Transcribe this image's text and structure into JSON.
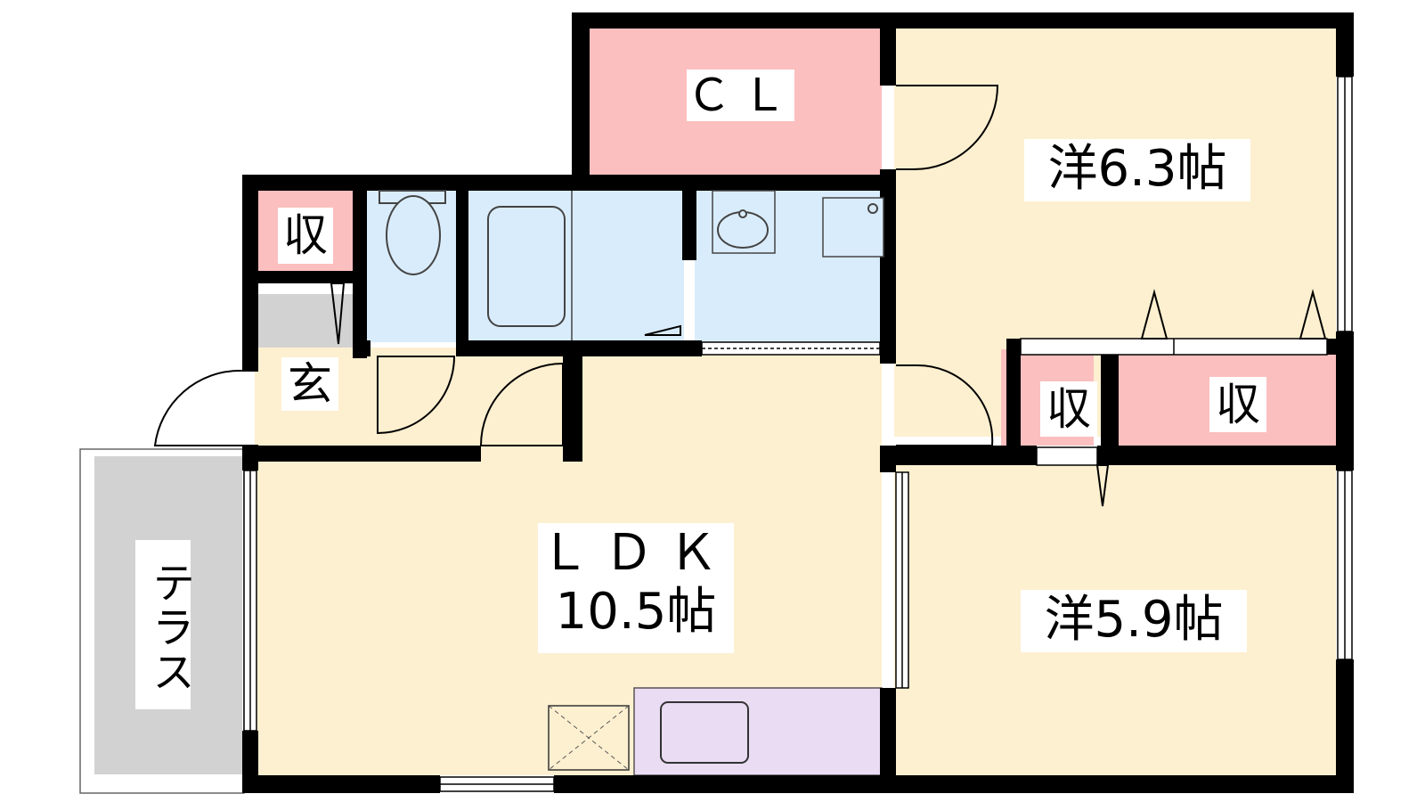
{
  "plan": {
    "rooms": {
      "closet_main": "ＣＬ",
      "western_1": "洋6.3帖",
      "storage_entry": "収",
      "entrance": "玄",
      "storage_mid": "収",
      "storage_right": "収",
      "ldk_name": "ＬＤＫ",
      "ldk_size": "10.5帖",
      "western_2": "洋5.9帖",
      "terrace": "テラス"
    },
    "colors": {
      "wall": "#000000",
      "storage": "#fbbfbf",
      "living": "#fdf0d0",
      "water": "#d9ecfb",
      "entrance": "#d2d2d2",
      "terrace": "#d2d2d2",
      "kitchen": "#eadcf3"
    }
  }
}
